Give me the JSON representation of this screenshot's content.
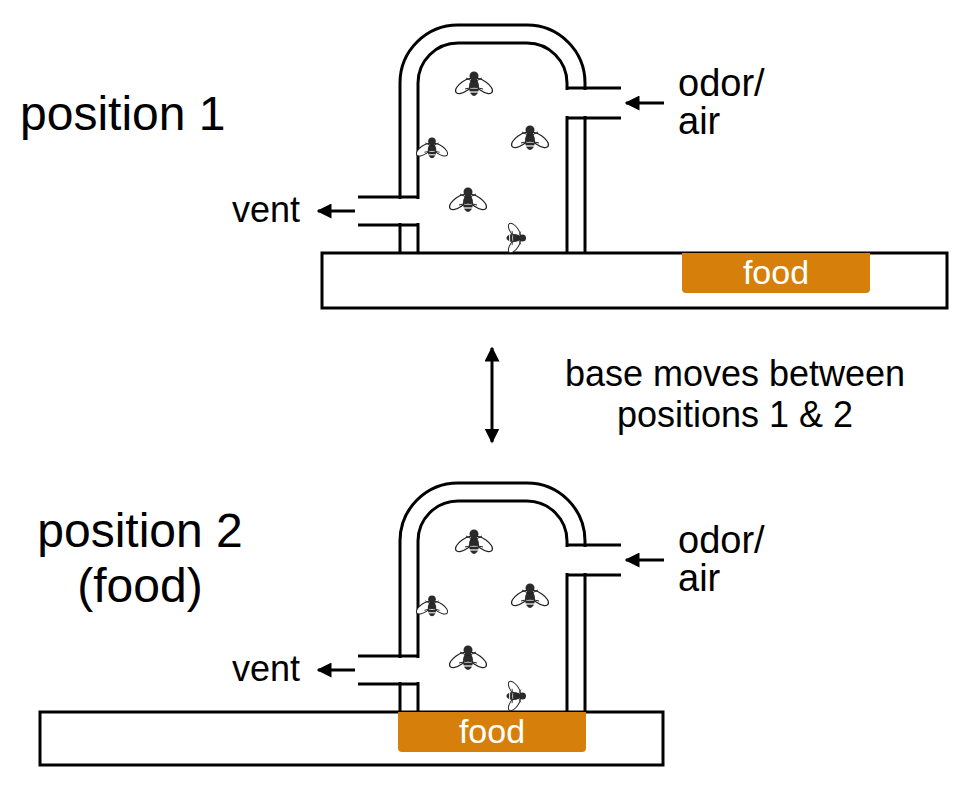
{
  "diagram": {
    "nodes": [
      {
        "text": [
          "food"
        ]
      },
      {
        "text": [
          "food"
        ]
      }
    ],
    "labels": [
      "position 1",
      "odor/ air",
      "vent",
      "base moves between positions 1 & 2",
      "position 2 (food)",
      "odor/ air",
      "vent"
    ]
  }
}
